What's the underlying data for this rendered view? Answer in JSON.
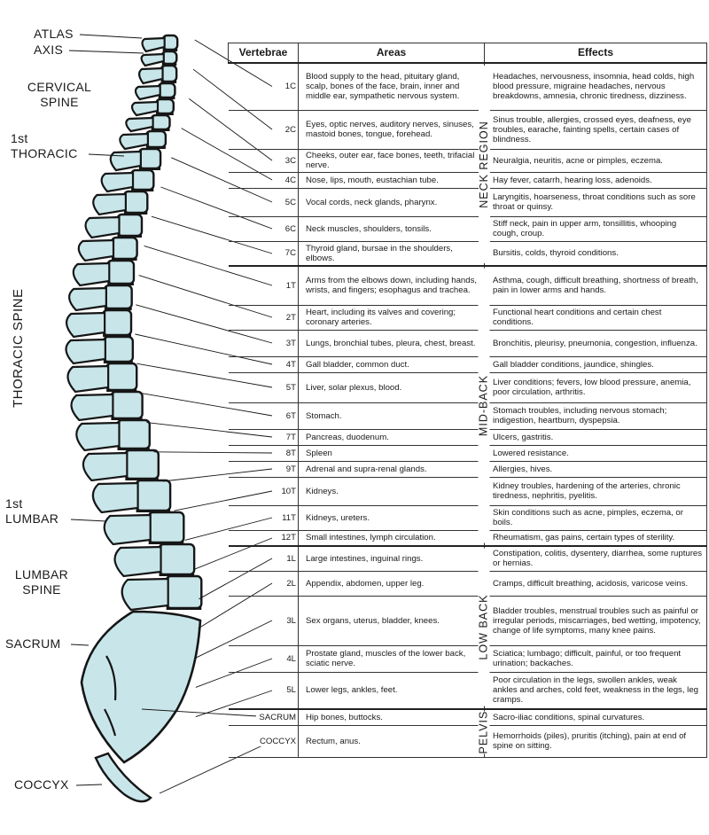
{
  "labels": {
    "atlas": "ATLAS",
    "axis": "AXIS",
    "cervical_1": "CERVICAL",
    "cervical_2": "SPINE",
    "first_thoracic_1": "1st",
    "first_thoracic_2": "THORACIC",
    "thoracic_spine": "THORACIC SPINE",
    "first_lumbar_1": "1st",
    "first_lumbar_2": "LUMBAR",
    "lumbar_1": "LUMBAR",
    "lumbar_2": "SPINE",
    "sacrum": "SACRUM",
    "coccyx": "COCCYX"
  },
  "colors": {
    "vertebra_fill": "#c8e6ea",
    "outline": "#161616"
  },
  "table": {
    "headers": {
      "vertebrae": "Vertebrae",
      "areas": "Areas",
      "effects": "Effects"
    },
    "regions": [
      "NECK REGION",
      "MID-BACK",
      "LOW BACK",
      "PELVIS"
    ],
    "rows": [
      {
        "vertebra": "1C",
        "areas": "Blood supply to the head, pituitary gland, scalp, bones of the face, brain, inner and middle ear, sympathetic nervous system.",
        "effects": "Headaches, nervousness, insomnia, head colds, high blood pressure, migraine headaches, nervous breakdowns, amnesia, chronic tiredness, dizziness."
      },
      {
        "vertebra": "2C",
        "areas": "Eyes, optic nerves, auditory nerves, sinuses, mastoid bones, tongue, forehead.",
        "effects": "Sinus trouble, allergies, crossed eyes, deafness, eye troubles, earache, fainting spells, certain cases of blindness."
      },
      {
        "vertebra": "3C",
        "areas": "Cheeks, outer ear, face bones, teeth, trifacial nerve.",
        "effects": "Neuralgia, neuritis, acne or pimples, eczema."
      },
      {
        "vertebra": "4C",
        "areas": "Nose, lips, mouth, eustachian tube.",
        "effects": "Hay fever, catarrh, hearing loss, adenoids."
      },
      {
        "vertebra": "5C",
        "areas": "Vocal cords, neck glands, pharynx.",
        "effects": "Laryngitis, hoarseness, throat conditions such as sore throat or quinsy."
      },
      {
        "vertebra": "6C",
        "areas": "Neck muscles, shoulders, tonsils.",
        "effects": "Stiff neck, pain in upper arm, tonsillitis, whooping cough, croup."
      },
      {
        "vertebra": "7C",
        "areas": "Thyroid gland, bursae in the shoulders, elbows.",
        "effects": "Bursitis, colds, thyroid conditions."
      },
      {
        "vertebra": "1T",
        "areas": "Arms from the elbows down, including hands, wrists, and fingers; esophagus and trachea.",
        "effects": "Asthma, cough, difficult breathing, shortness of breath, pain in lower arms and hands."
      },
      {
        "vertebra": "2T",
        "areas": "Heart, including its valves and covering; coronary arteries.",
        "effects": "Functional heart conditions and certain chest conditions."
      },
      {
        "vertebra": "3T",
        "areas": "Lungs, bronchial tubes, pleura, chest, breast.",
        "effects": "Bronchitis, pleurisy, pneumonia, congestion, influenza."
      },
      {
        "vertebra": "4T",
        "areas": "Gall bladder, common duct.",
        "effects": "Gall bladder conditions, jaundice, shingles."
      },
      {
        "vertebra": "5T",
        "areas": "Liver, solar plexus, blood.",
        "effects": "Liver conditions; fevers, low blood pressure, anemia, poor circulation, arthritis."
      },
      {
        "vertebra": "6T",
        "areas": "Stomach.",
        "effects": "Stomach troubles, including nervous stomach; indigestion, heartburn, dyspepsia."
      },
      {
        "vertebra": "7T",
        "areas": "Pancreas, duodenum.",
        "effects": "Ulcers, gastritis."
      },
      {
        "vertebra": "8T",
        "areas": "Spleen",
        "effects": "Lowered resistance."
      },
      {
        "vertebra": "9T",
        "areas": "Adrenal and supra-renal glands.",
        "effects": "Allergies, hives."
      },
      {
        "vertebra": "10T",
        "areas": "Kidneys.",
        "effects": "Kidney troubles, hardening of the arteries, chronic tiredness, nephritis, pyelitis."
      },
      {
        "vertebra": "11T",
        "areas": "Kidneys, ureters.",
        "effects": "Skin conditions such as acne, pimples, eczema, or boils."
      },
      {
        "vertebra": "12T",
        "areas": "Small intestines, lymph circulation.",
        "effects": "Rheumatism, gas pains, certain types of sterility."
      },
      {
        "vertebra": "1L",
        "areas": "Large intestines, inguinal rings.",
        "effects": "Constipation, colitis, dysentery, diarrhea, some ruptures or hernias."
      },
      {
        "vertebra": "2L",
        "areas": "Appendix, abdomen, upper leg.",
        "effects": "Cramps, difficult breathing, acidosis, varicose veins."
      },
      {
        "vertebra": "3L",
        "areas": "Sex organs, uterus, bladder, knees.",
        "effects": "Bladder troubles, menstrual troubles such as painful or irregular periods, miscarriages, bed wetting, impotency, change of life symptoms, many knee pains."
      },
      {
        "vertebra": "4L",
        "areas": "Prostate gland, muscles of the lower back, sciatic nerve.",
        "effects": "Sciatica; lumbago; difficult, painful, or too frequent urination; backaches."
      },
      {
        "vertebra": "5L",
        "areas": "Lower legs, ankles, feet.",
        "effects": "Poor circulation in the legs, swollen ankles, weak ankles and arches, cold feet, weakness in the legs, leg cramps."
      },
      {
        "vertebra": "SACRUM",
        "areas": "Hip bones, buttocks.",
        "effects": "Sacro-iliac conditions, spinal curvatures."
      },
      {
        "vertebra": "COCCYX",
        "areas": "Rectum, anus.",
        "effects": "Hemorrhoids (piles), pruritis (itching), pain at end of spine on sitting."
      }
    ]
  }
}
